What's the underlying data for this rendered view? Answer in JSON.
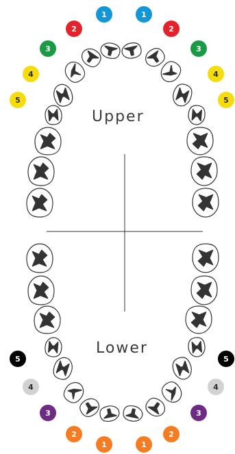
{
  "labels": {
    "upper": "Upper",
    "lower": "Lower"
  },
  "badge_colors": {
    "blue": "#1296d6",
    "red": "#e3232b",
    "green": "#1a9a46",
    "yellow": "#f5dc0c",
    "black": "#000000",
    "gray": "#d2d2d2",
    "purple": "#6d2b83",
    "orange": "#f57c22"
  },
  "upper_badges": [
    {
      "text": "1",
      "color": "blue"
    },
    {
      "text": "1",
      "color": "blue"
    },
    {
      "text": "2",
      "color": "red"
    },
    {
      "text": "2",
      "color": "red"
    },
    {
      "text": "3",
      "color": "green"
    },
    {
      "text": "3",
      "color": "green"
    },
    {
      "text": "4",
      "color": "yellow"
    },
    {
      "text": "4",
      "color": "yellow"
    },
    {
      "text": "5",
      "color": "yellow"
    },
    {
      "text": "5",
      "color": "yellow"
    }
  ],
  "lower_badges": [
    {
      "text": "5",
      "color": "black"
    },
    {
      "text": "5",
      "color": "black"
    },
    {
      "text": "4",
      "color": "gray"
    },
    {
      "text": "4",
      "color": "gray"
    },
    {
      "text": "3",
      "color": "purple"
    },
    {
      "text": "3",
      "color": "purple"
    },
    {
      "text": "2",
      "color": "orange"
    },
    {
      "text": "2",
      "color": "orange"
    },
    {
      "text": "1",
      "color": "orange"
    },
    {
      "text": "1",
      "color": "orange"
    }
  ]
}
